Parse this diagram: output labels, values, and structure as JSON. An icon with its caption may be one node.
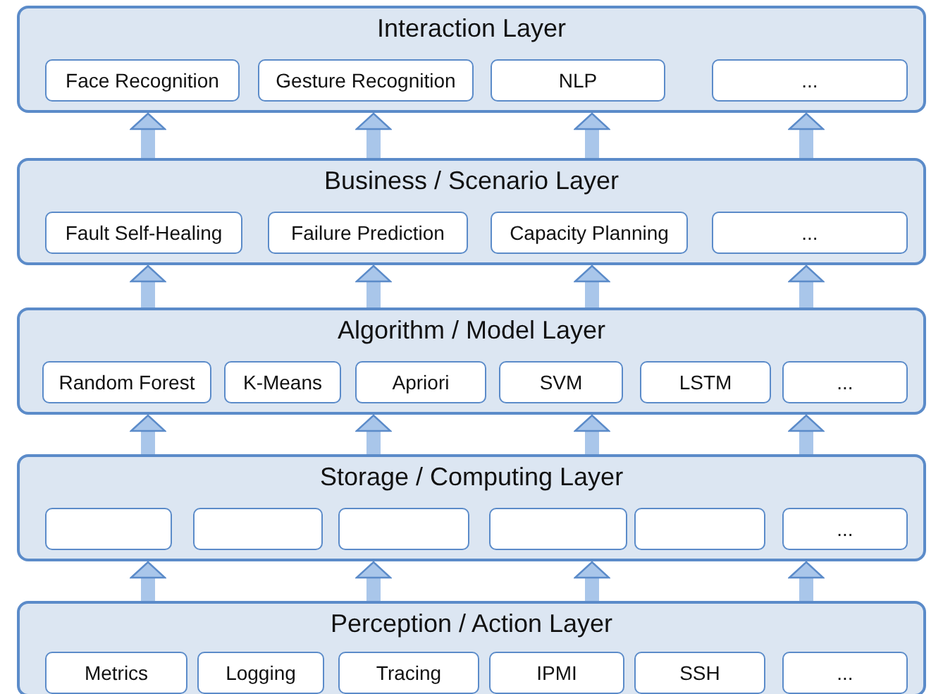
{
  "diagram": {
    "nodes": [
      {
        "text": [
          "Interaction Layer"
        ]
      },
      {
        "text": [
          "Face Recognition"
        ],
        "in": 0
      },
      {
        "text": [
          "Gesture Recognition"
        ],
        "in": 0
      },
      {
        "text": [
          "NLP"
        ],
        "in": 0
      },
      {
        "text": [
          "..."
        ],
        "in": 0
      },
      {
        "text": [
          "Business / Scenario Layer"
        ]
      },
      {
        "text": [
          "Fault Self-Healing"
        ],
        "in": 5
      },
      {
        "text": [
          "Failure Prediction"
        ],
        "in": 5
      },
      {
        "text": [
          "Capacity Planning"
        ],
        "in": 5
      },
      {
        "text": [
          "..."
        ],
        "in": 5
      },
      {
        "text": [
          "Algorithm / Model Layer"
        ]
      },
      {
        "text": [
          "Random Forest"
        ],
        "in": 10
      },
      {
        "text": [
          "K-Means"
        ],
        "in": 10
      },
      {
        "text": [
          "Apriori"
        ],
        "in": 10
      },
      {
        "text": [
          "SVM"
        ],
        "in": 10
      },
      {
        "text": [
          "LSTM"
        ],
        "in": 10
      },
      {
        "text": [
          "..."
        ],
        "in": 10
      },
      {
        "text": [
          "Storage / Computing Layer"
        ]
      },
      {
        "text": [],
        "shape": "box",
        "in": 17
      },
      {
        "text": [],
        "shape": "box",
        "in": 17
      },
      {
        "text": [],
        "shape": "box",
        "in": 17
      },
      {
        "text": [],
        "shape": "box",
        "in": 17
      },
      {
        "text": [],
        "shape": "box",
        "in": 17
      },
      {
        "text": [
          "..."
        ],
        "in": 17
      },
      {
        "text": [
          "Perception / Action Layer"
        ]
      },
      {
        "text": [
          "Metrics"
        ],
        "in": 24
      },
      {
        "text": [
          "Logging"
        ],
        "in": 24
      },
      {
        "text": [
          "Tracing"
        ],
        "in": 24
      },
      {
        "text": [
          "IPMI"
        ],
        "in": 24
      },
      {
        "text": [
          "SSH"
        ],
        "in": 24
      },
      {
        "text": [
          "..."
        ],
        "in": 24
      }
    ],
    "edges": [
      {
        "from": 24,
        "to": 17,
        "arrow": "to"
      },
      {
        "from": 24,
        "to": 17,
        "arrow": "to"
      },
      {
        "from": 24,
        "to": 17,
        "arrow": "to"
      },
      {
        "from": 24,
        "to": 17,
        "arrow": "to"
      },
      {
        "from": 17,
        "to": 10,
        "arrow": "to"
      },
      {
        "from": 17,
        "to": 10,
        "arrow": "to"
      },
      {
        "from": 17,
        "to": 10,
        "arrow": "to"
      },
      {
        "from": 17,
        "to": 10,
        "arrow": "to"
      },
      {
        "from": 10,
        "to": 5,
        "arrow": "to"
      },
      {
        "from": 10,
        "to": 5,
        "arrow": "to"
      },
      {
        "from": 10,
        "to": 5,
        "arrow": "to"
      },
      {
        "from": 10,
        "to": 5,
        "arrow": "to"
      },
      {
        "from": 5,
        "to": 0,
        "arrow": "to"
      },
      {
        "from": 5,
        "to": 0,
        "arrow": "to"
      },
      {
        "from": 5,
        "to": 0,
        "arrow": "to"
      },
      {
        "from": 5,
        "to": 0,
        "arrow": "to"
      }
    ]
  }
}
